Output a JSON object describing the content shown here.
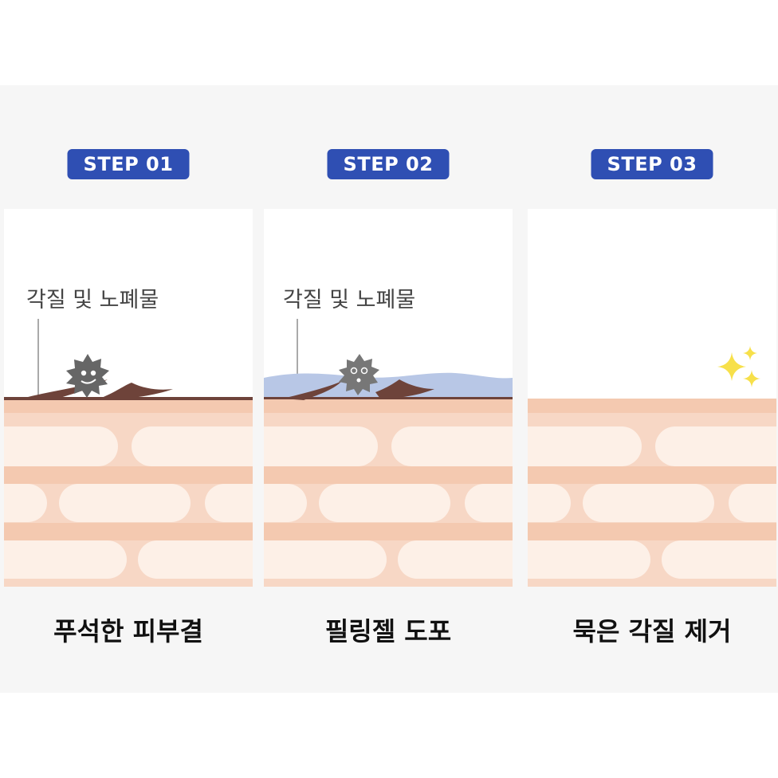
{
  "steps": [
    {
      "badge": "STEP 01",
      "label": "각질 및 노폐물",
      "caption": "푸석한 피부결"
    },
    {
      "badge": "STEP 02",
      "label": "각질 및 노폐물",
      "caption": "필링젤 도포"
    },
    {
      "badge": "STEP 03",
      "label": "",
      "caption": "묵은 각질 제거"
    }
  ],
  "colors": {
    "badge": "#2f4fb3",
    "skin": "#f7d7c5",
    "skin_line": "#f4c9b0",
    "cell": "#fdf0e7",
    "flake": "#6e433a",
    "gel": "#b8c7e6",
    "sparkle": "#f7e04a",
    "dirt": "#666666"
  },
  "icons": [
    "dirt-particle-icon",
    "dizzy-dirt-particle-icon",
    "sparkle-icon"
  ]
}
